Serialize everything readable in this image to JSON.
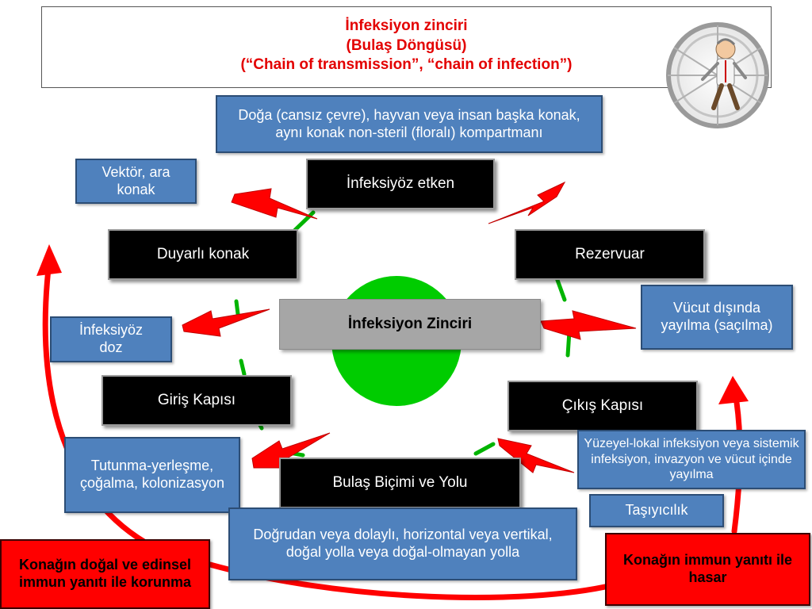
{
  "title": {
    "line1": "İnfeksiyon zinciri",
    "line2": "(Bulaş Döngüsü)",
    "line3": "(“Chain of transmission”, “chain of infection”)"
  },
  "center": "İnfeksiyon Zinciri",
  "chain_nodes": {
    "agent": "İnfeksiyöz etken",
    "reservoir": "Rezervuar",
    "exit": "Çıkış Kapısı",
    "transmission": "Bulaş Biçimi ve Yolu",
    "entry": "Giriş Kapısı",
    "host": "Duyarlı konak"
  },
  "notes": {
    "reservoir_desc": "Doğa (cansız çevre), hayvan veya insan başka konak, aynı konak non-steril (floralı) kompartmanı",
    "vector": "Vektör, ara konak",
    "spread_outside": "Vücut dışında yayılma (saçılma)",
    "infective_dose": "İnfeksiyöz doz",
    "exit_desc": "Yüzeyel-lokal infeksiyon veya sistemik infeksiyon, invazyon ve vücut içinde yayılma",
    "carrier": "Taşıyıcılık",
    "colonization": "Tutunma-yerleşme, çoğalma, kolonizasyon",
    "transmission_desc": "Doğrudan veya dolaylı, horizontal veya vertikal, doğal yolla veya doğal-olmayan yolla"
  },
  "host_protection": "Konağın doğal ve edinsel immun yanıtı ile korunma",
  "host_damage": "Konağın immun yanıtı ile hasar",
  "colors": {
    "title_text": "#e30000",
    "note_box": "#4f81bd",
    "chain_node": "#000000",
    "center_box": "#a6a6a6",
    "ring": "#00b400",
    "bolt": "#ff0000",
    "cycle_arrow": "#ff0000"
  }
}
